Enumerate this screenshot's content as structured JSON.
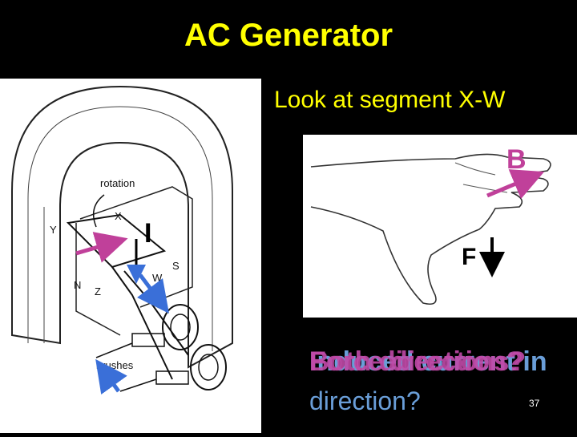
{
  "slide": {
    "title": "AC Generator",
    "subtitle": "Look at segment  X-W",
    "page_number": "37"
  },
  "generator_diagram": {
    "labels": {
      "rotation": "rotation",
      "x": "X",
      "y": "Y",
      "s": "S",
      "n": "N",
      "w": "W",
      "z": "Z",
      "brushes": "brushes"
    },
    "current_label": "I"
  },
  "hand_diagram": {
    "field_label": "B",
    "force_label": "F"
  },
  "question": {
    "overlay_1": "Induced current in",
    "overlay_2": "Force direction?",
    "overlay_3": "Both directions? ",
    "line2": "direction?"
  },
  "colors": {
    "title": "#ffff00",
    "arrow_pink": "#c0409a",
    "arrow_blue": "#3a6fd8",
    "question_blue": "#6a9ed8",
    "question_pink": "#c04aa8"
  }
}
